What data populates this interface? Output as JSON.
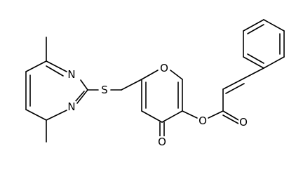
{
  "molecule": {
    "atom_labels": {
      "n_upper": "N",
      "n_lower": "N",
      "sulfur": "S",
      "ring_oxygen": "O",
      "carbonyl_oxygen": "O",
      "ester_oxygen": "O",
      "ester_carbonyl_oxygen": "O"
    }
  }
}
